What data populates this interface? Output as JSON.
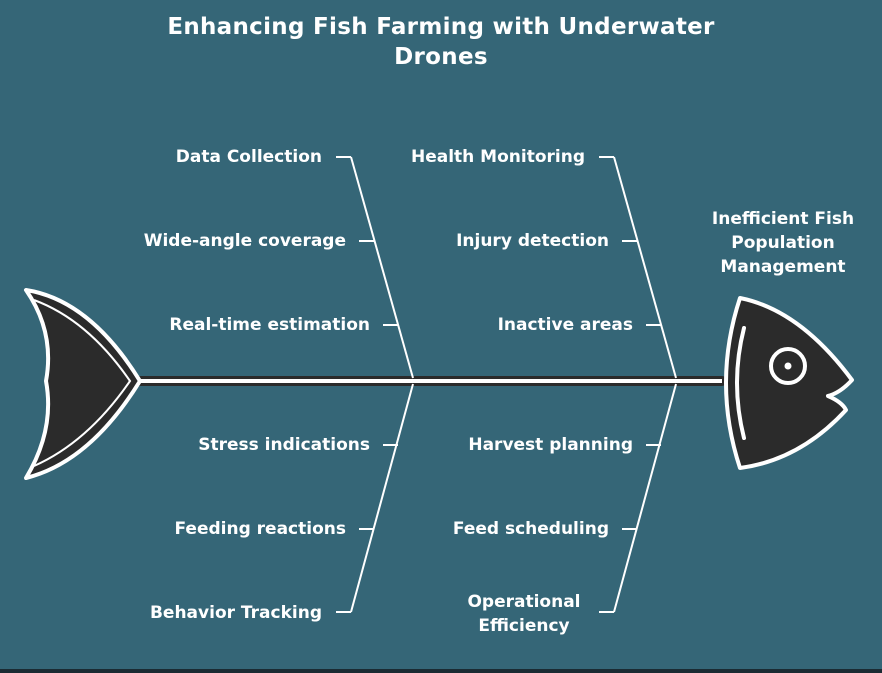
{
  "title": "Enhancing Fish Farming with Underwater Drones",
  "head_label": "Inefficient Fish Population Management",
  "causes": {
    "data_collection": {
      "label": "Data Collection",
      "items": [
        "Wide-angle coverage",
        "Real-time estimation"
      ]
    },
    "health_monitoring": {
      "label": "Health Monitoring",
      "items": [
        "Injury detection",
        "Inactive areas"
      ]
    },
    "behavior_tracking": {
      "label": "Behavior Tracking",
      "items": [
        "Stress indications",
        "Feeding reactions"
      ]
    },
    "operational_efficiency": {
      "label": "Operational Efficiency",
      "items": [
        "Harvest planning",
        "Feed scheduling"
      ]
    }
  },
  "colors": {
    "background": "#356677",
    "fish_fill": "#2b2b2b",
    "line": "#ffffff"
  }
}
